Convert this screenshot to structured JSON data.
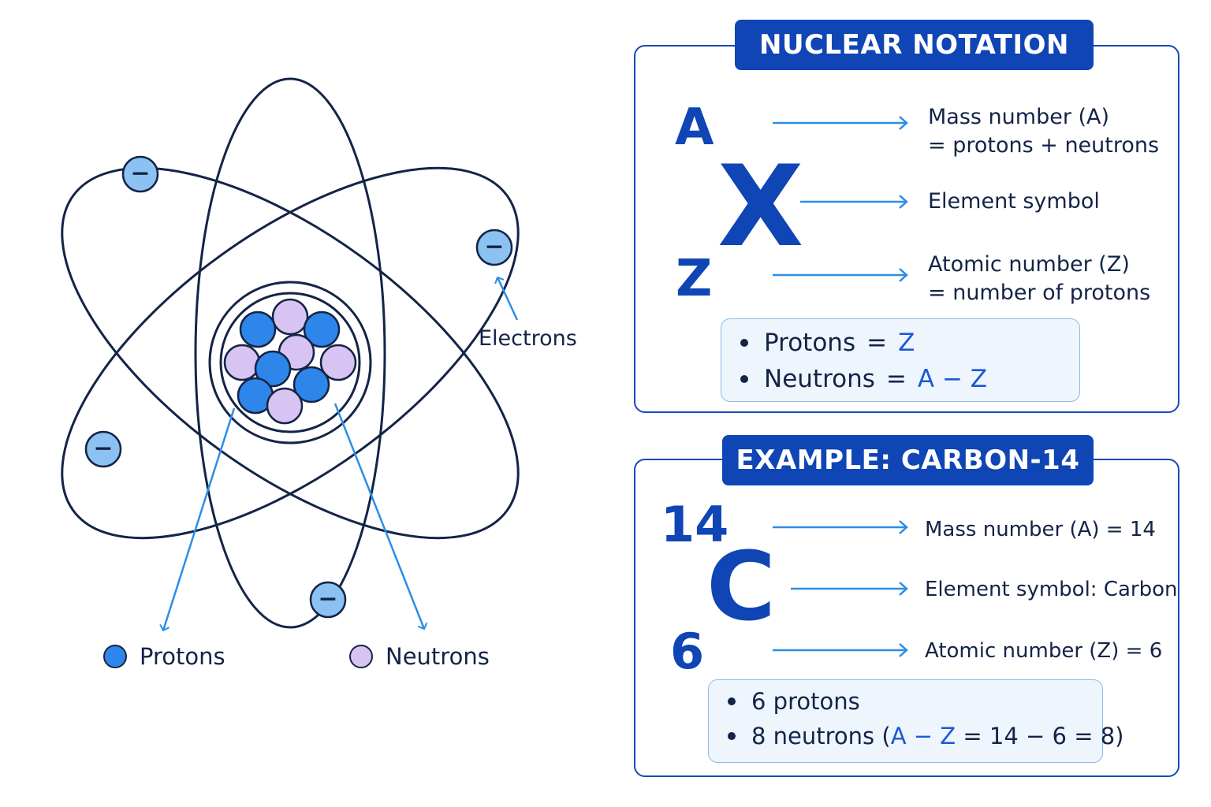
{
  "atom": {
    "electrons_label": "Electrons",
    "electron_symbol": "−",
    "legend": [
      {
        "label": "Protons",
        "color": "#2f86ea"
      },
      {
        "label": "Neutrons",
        "color": "#d8c4f2"
      }
    ]
  },
  "notation": {
    "title": "NUCLEAR NOTATION",
    "mass_symbol": "A",
    "element_symbol": "X",
    "atomic_symbol": "Z",
    "mass_desc": [
      "Mass number (A)",
      "= protons + neutrons"
    ],
    "element_desc": "Element symbol",
    "atomic_desc": [
      "Atomic number (Z)",
      "= number of protons"
    ],
    "summary": {
      "protons_label": "Protons",
      "eq": "=",
      "protons_value": "Z",
      "neutrons_label": "Neutrons",
      "neutrons_value": "A − Z"
    }
  },
  "example": {
    "title": "EXAMPLE: CARBON-14",
    "mass_number": "14",
    "element_symbol": "C",
    "atomic_number": "6",
    "mass_desc": "Mass number (A) = 14",
    "element_desc": "Element symbol: Carbon",
    "atomic_desc": "Atomic number (Z) = 6",
    "summary": {
      "protons_line": "6 protons",
      "neutrons_prefix": "8 neutrons (",
      "neutrons_formula": "A − Z",
      "neutrons_suffix": " = 14 − 6 = 8)"
    }
  },
  "colors": {
    "accent": "#0f45b5",
    "arrow": "#2a8ee8",
    "orbit": "#142447",
    "proton": "#2f86ea",
    "neutron": "#d8c4f2",
    "electron": "#8cc2f2"
  }
}
